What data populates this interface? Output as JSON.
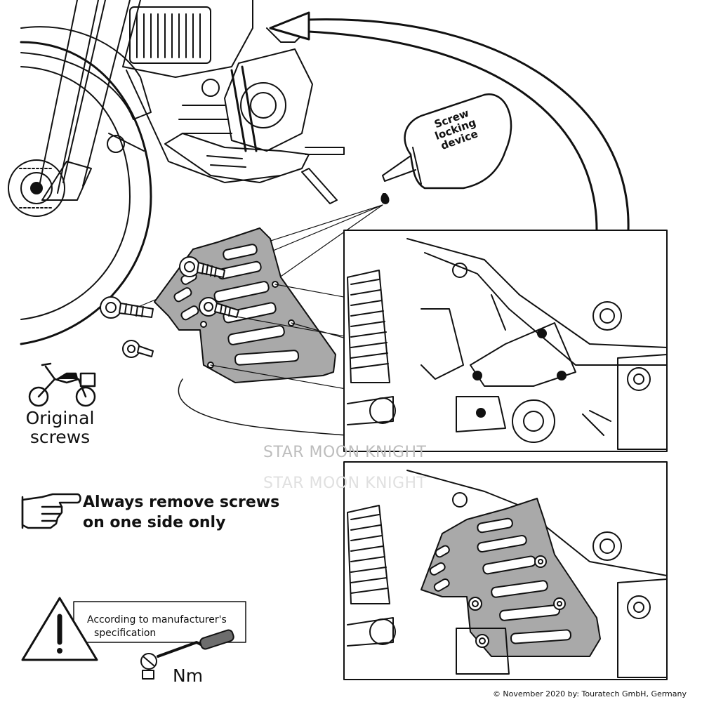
{
  "bottle": {
    "line1": "Screw",
    "line2": "locking",
    "line3": "device"
  },
  "original": {
    "line1": "Original",
    "line2": "screws"
  },
  "note": {
    "line1": "Always remove screws",
    "line2": "on one side only"
  },
  "torque": {
    "line1": "According to manufacturer's",
    "line2": "specification",
    "unit": "Nm"
  },
  "watermark": {
    "text": "STAR MOON KNIGHT"
  },
  "copyright": "© November 2020 by: Touratech GmbH, Germany",
  "icons": [
    "motorcycle-icon",
    "pointing-hand-icon",
    "warning-icon",
    "torque-wrench-icon",
    "bottle-icon"
  ]
}
